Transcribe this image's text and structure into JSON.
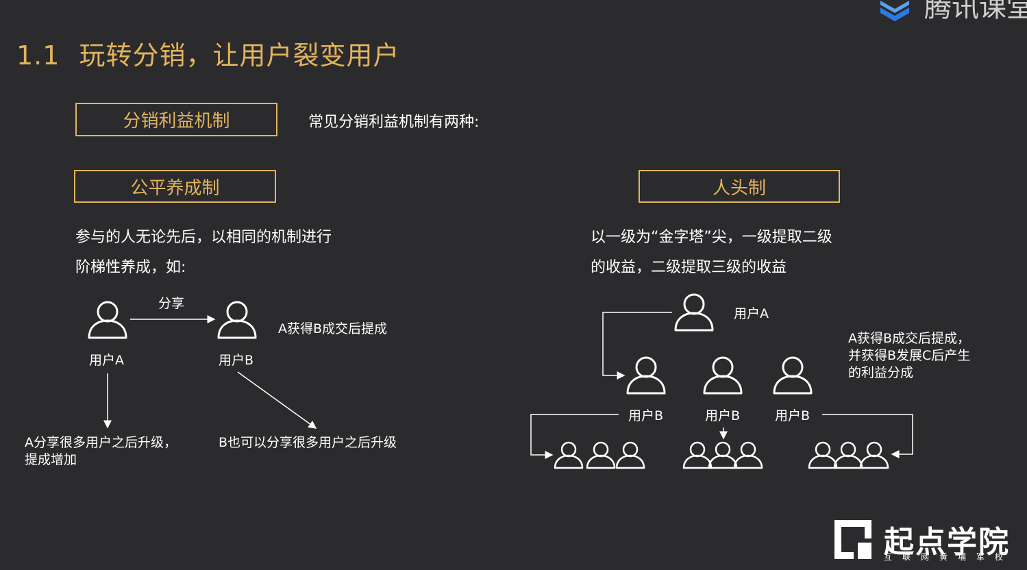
{
  "header": {
    "section_number": "1.1",
    "title": "玩转分销，让用户裂变用户",
    "logo_text": "腾讯课堂"
  },
  "mechanism": {
    "box_label": "分销利益机制",
    "intro": "常见分销利益机制有两种:"
  },
  "left": {
    "box_label": "公平养成制",
    "desc_line1": "参与的人无论先后，以相同的机制进行",
    "desc_line2": "阶梯性养成，如:",
    "share_label": "分享",
    "user_a": "用户A",
    "user_b": "用户B",
    "note_ab": "A获得B成交后提成",
    "note_a": [
      "A分享很多用户之后升级，",
      "提成增加"
    ],
    "note_b": "B也可以分享很多用户之后升级"
  },
  "right": {
    "box_label": "人头制",
    "desc_line1": "以一级为“金字塔”尖，一级提取二级",
    "desc_line2": "的收益，二级提取三级的收益",
    "user_a": "用户A",
    "user_b1": "用户B",
    "user_b2": "用户B",
    "user_b3": "用户B",
    "note": [
      "A获得B成交后提成，",
      "并获得B发展C后产生",
      "的利益分成"
    ]
  },
  "footer": {
    "brand": "起点学院",
    "brand_sub": "互联网黄埔军校"
  },
  "colors": {
    "background": "#2b2b2d",
    "accent": "#e3b45c",
    "text": "#ffffff"
  }
}
